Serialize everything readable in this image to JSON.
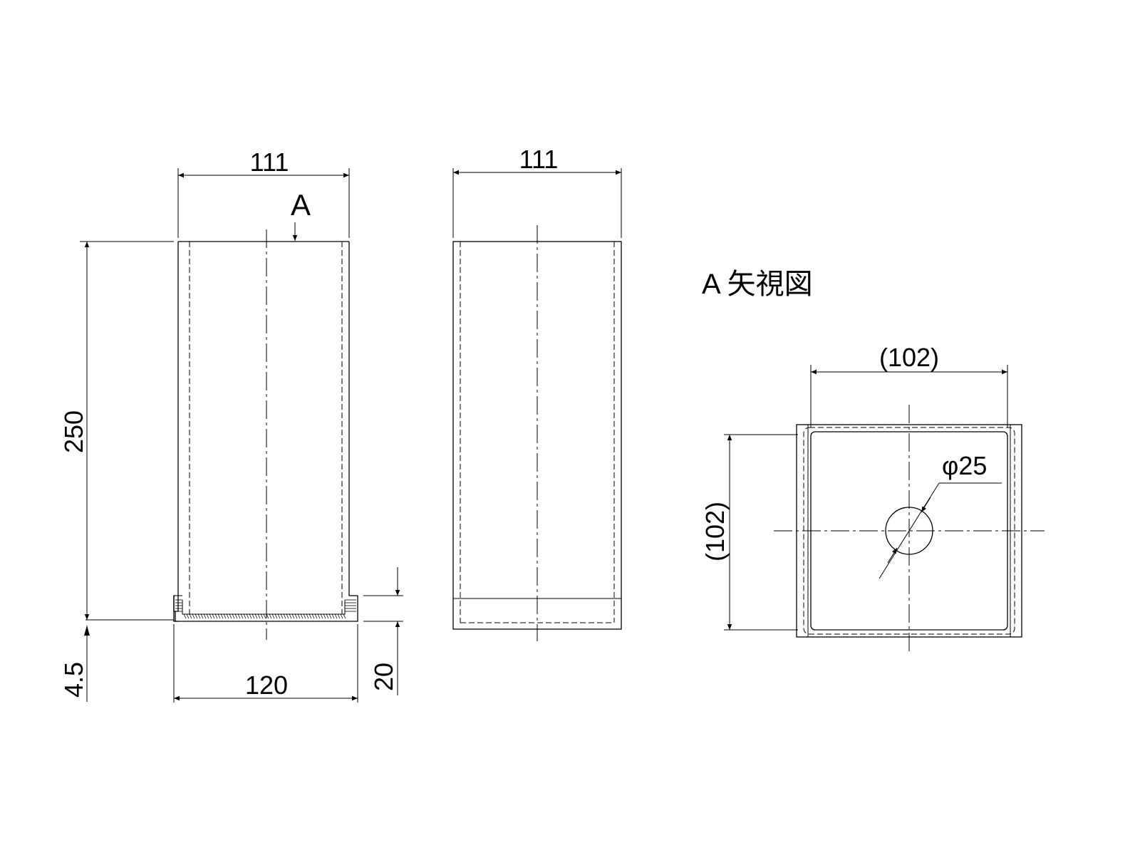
{
  "front_view": {
    "width_dim": "111",
    "height_dim": "250",
    "base_thickness_dim": "4.5",
    "base_width_dim": "120",
    "base_height_dim": "20",
    "view_arrow_label": "A"
  },
  "side_view": {
    "width_dim": "111"
  },
  "arrow_view": {
    "title": "A 矢視図",
    "width_dim": "(102)",
    "height_dim": "(102)",
    "hole_dim": "φ25"
  },
  "colors": {
    "line": "#000000",
    "background": "#ffffff"
  }
}
